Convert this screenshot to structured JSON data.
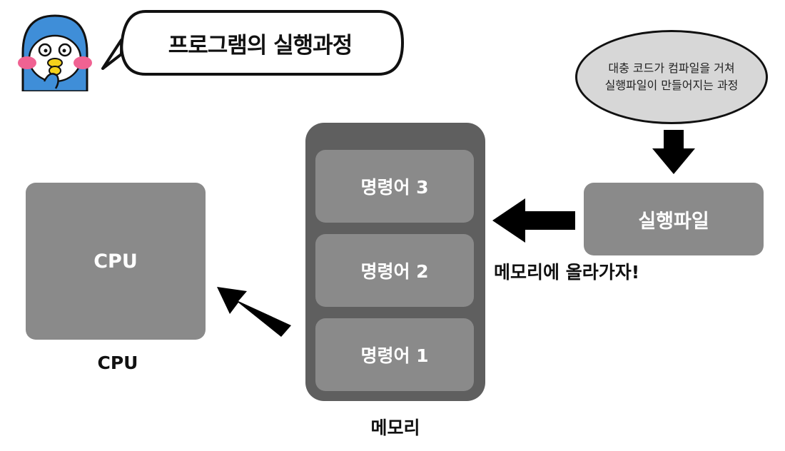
{
  "title": "프로그램의 실행과정",
  "thought": {
    "line1": "대충 코드가 컴파일을 거쳐",
    "line2": "실행파일이 만들어지는 과정"
  },
  "executable": {
    "label": "실행파일"
  },
  "move_caption": "메모리에 올라가자!",
  "memory": {
    "label": "메모리",
    "instructions": [
      "명령어 3",
      "명령어 2",
      "명령어 1"
    ]
  },
  "cpu": {
    "box_label": "CPU",
    "caption": "CPU"
  },
  "colors": {
    "box_gray": "#8a8a8a",
    "memory_frame": "#5f5f5f",
    "thought_fill": "#d7d7d7",
    "cheek_pink": "#f06292",
    "mascot_blue": "#3f8ed8",
    "beak_yellow": "#f5d21b"
  },
  "icons": [
    "penguin-mascot-icon",
    "arrow-down-icon",
    "arrow-left-icon",
    "arrow-up-left-icon"
  ]
}
